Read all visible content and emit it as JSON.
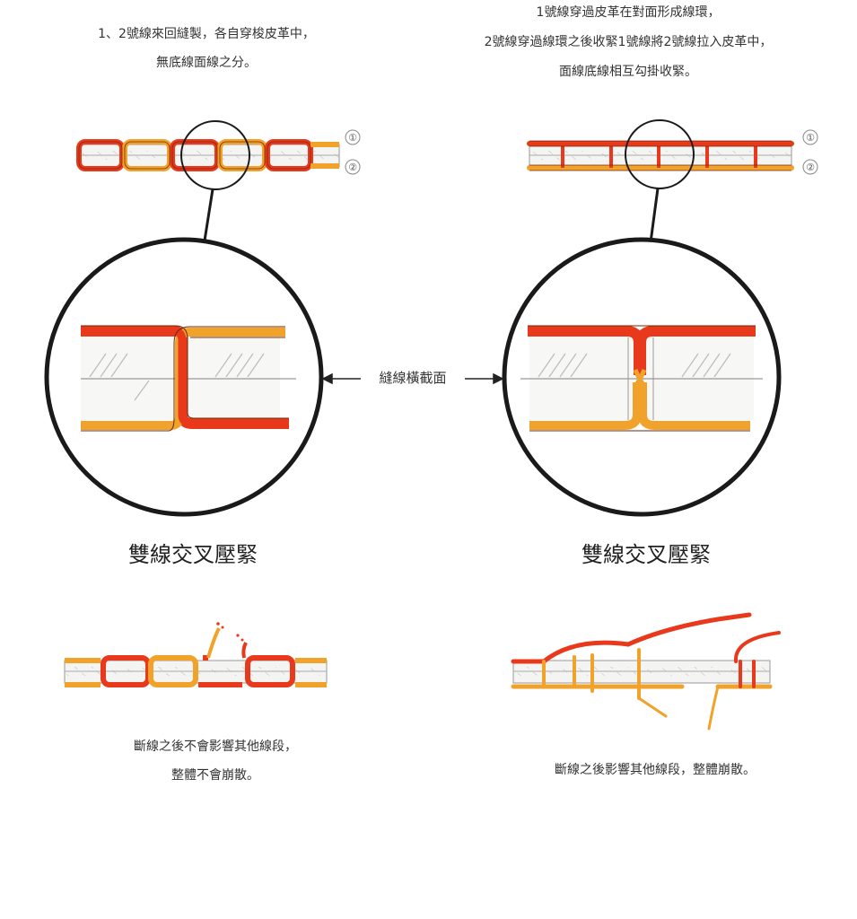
{
  "left": {
    "caption": [
      "1、2號線來回縫製，各自穿梭皮革中，",
      "無底線面線之分。"
    ],
    "title": "雙線交叉壓緊",
    "bottom_caption": [
      "斷線之後不會影響其他線段，",
      "整體不會崩散。"
    ]
  },
  "right": {
    "caption": [
      "1號線穿過皮革在對面形成線環，",
      "2號線穿過線環之後收緊1號線將2號線拉入皮革中，",
      "面線底線相互勾掛收緊。"
    ],
    "title": "雙線交叉壓緊",
    "bottom_caption": [
      "斷線之後影響其他線段，整體崩散。"
    ]
  },
  "center_label": "縫線橫截面",
  "thread_labels": [
    "①",
    "②"
  ],
  "colors": {
    "thread1": "#e8391c",
    "thread2": "#f0a22a",
    "outline": "#7a2a0a",
    "leather": "#f6f6f4",
    "circle": "#1a1a1a"
  }
}
